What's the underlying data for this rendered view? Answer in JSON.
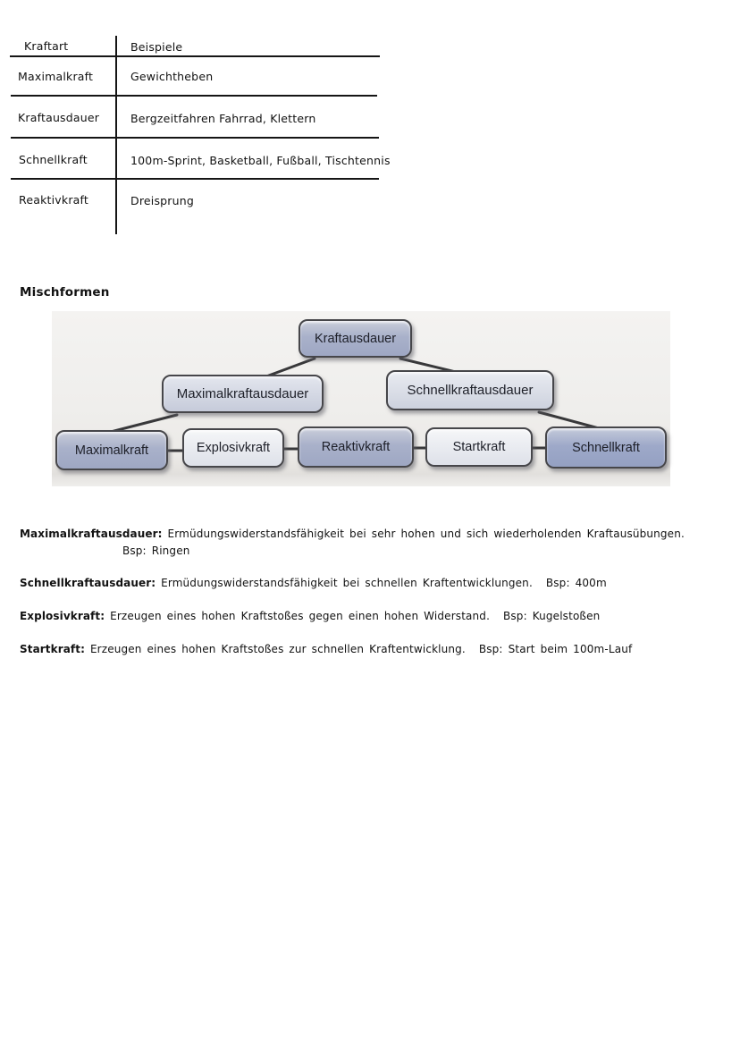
{
  "table": {
    "columns": [
      "Kraftart",
      "Beispiele"
    ],
    "rows": [
      {
        "kraftart": "Maximalkraft",
        "beispiele": "Gewichtheben"
      },
      {
        "kraftart": "Kraftausdauer",
        "beispiele": "Bergzeitfahren Fahrrad, Klettern"
      },
      {
        "kraftart": "Schnellkraft",
        "beispiele": "100m-Sprint, Basketball, Fußball, Tischtennis"
      },
      {
        "kraftart": "Reaktivkraft",
        "beispiele": "Dreisprung"
      }
    ]
  },
  "section_heading": "Mischformen",
  "diagram": {
    "nodes": {
      "kraftausdauer": "Kraftausdauer",
      "maximalkraftausdauer": "Maximalkraftausdauer",
      "schnellkraftausdauer": "Schnellkraftausdauer",
      "maximalkraft": "Maximalkraft",
      "explosivkraft": "Explosivkraft",
      "reaktivkraft": "Reaktivkraft",
      "startkraft": "Startkraft",
      "schnellkraft": "Schnellkraft"
    },
    "edges": [
      {
        "from": "Kraftausdauer",
        "to": "Maximalkraftausdauer"
      },
      {
        "from": "Kraftausdauer",
        "to": "Schnellkraftausdauer"
      },
      {
        "from": "Maximalkraftausdauer",
        "to": "Maximalkraft"
      },
      {
        "from": "Schnellkraftausdauer",
        "to": "Schnellkraft"
      },
      {
        "from": "Maximalkraft",
        "to": "Explosivkraft"
      },
      {
        "from": "Explosivkraft",
        "to": "Reaktivkraft"
      },
      {
        "from": "Reaktivkraft",
        "to": "Startkraft"
      },
      {
        "from": "Startkraft",
        "to": "Schnellkraft"
      }
    ]
  },
  "definitions": [
    {
      "term": "Maximalkraftausdauer:",
      "text": "Ermüdungswiderstandsfähigkeit bei sehr hohen und sich wiederholenden Kraftausübungen.",
      "example": "Bsp: Ringen"
    },
    {
      "term": "Schnellkraftausdauer:",
      "text": "Ermüdungswiderstandsfähigkeit bei schnellen Kraftentwicklungen.",
      "example": "Bsp: 400m"
    },
    {
      "term": "Explosivkraft:",
      "text": "Erzeugen eines hohen Kraftstoßes gegen einen hohen Widerstand.",
      "example": "Bsp: Kugelstoßen"
    },
    {
      "term": "Startkraft:",
      "text": "Erzeugen eines hohen Kraftstoßes zur schnellen Kraftentwicklung.",
      "example": "Bsp: Start beim 100m-Lauf"
    }
  ],
  "colors": {
    "page_background": "#ffffff",
    "ink": "#161616",
    "scan_background": "#efeeec",
    "node_border": "#46464a",
    "node_fill_medium": "#a4accb",
    "node_fill_light": "#d2d6e1",
    "node_fill_xlight": "#e8eaf0",
    "connector": "#38383a"
  }
}
